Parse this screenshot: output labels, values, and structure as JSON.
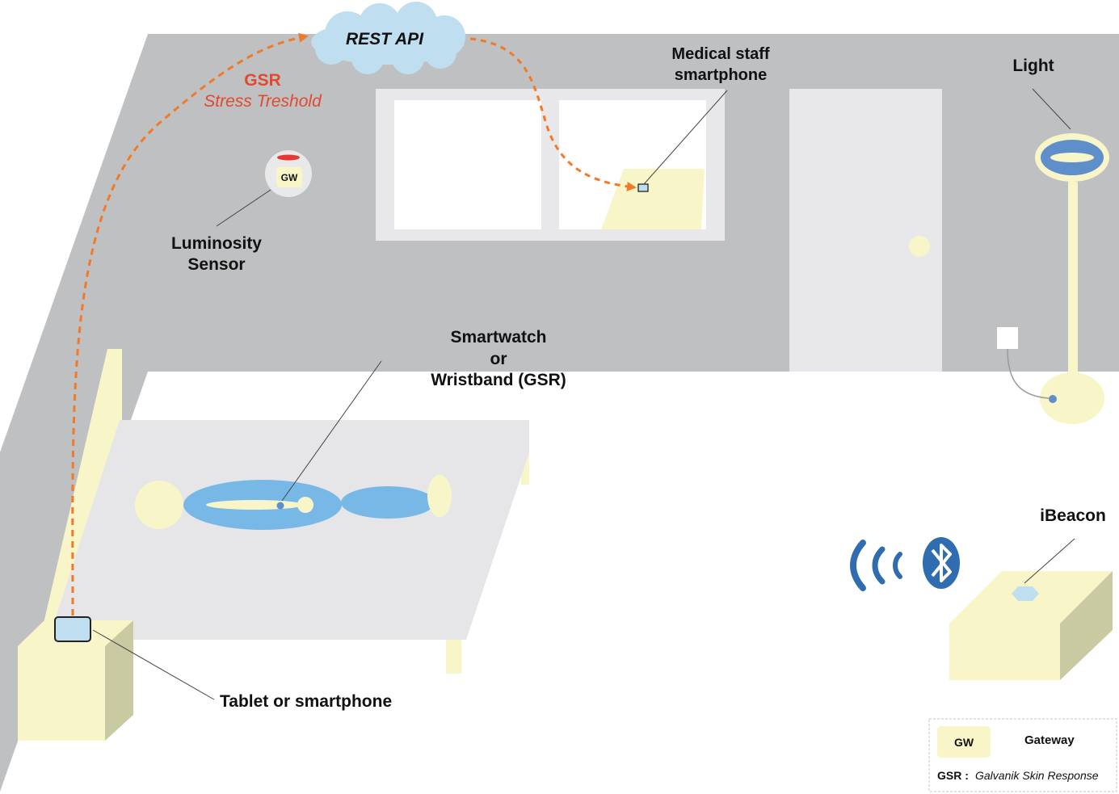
{
  "labels": {
    "rest_api": "REST API",
    "gsr": "GSR",
    "stress_threshold": "Stress Treshold",
    "medical_staff_line1": "Medical staff",
    "medical_staff_line2": "smartphone",
    "light": "Light",
    "luminosity_line1": "Luminosity",
    "luminosity_line2": "Sensor",
    "gw_badge": "GW",
    "smartwatch_line1": "Smartwatch",
    "smartwatch_line2": "or",
    "smartwatch_line3": "Wristband (GSR)",
    "ibeacon": "iBeacon",
    "tablet": "Tablet or smartphone"
  },
  "legend": {
    "gw_key": "GW",
    "gw_value": "Gateway",
    "gsr_abbr": "GSR :",
    "gsr_definition": "Galvanik Skin Response"
  },
  "colors": {
    "wall": "#bfc0c2",
    "cream": "#f8f6c8",
    "blue": "#78b8e6",
    "dark_blue": "#2f6db0",
    "arrow_orange": "#f07a2a",
    "gsr_red": "#e04a2f",
    "cloud": "#bfdff1"
  },
  "icons": [
    "wifi-waves-icon",
    "bluetooth-icon"
  ]
}
